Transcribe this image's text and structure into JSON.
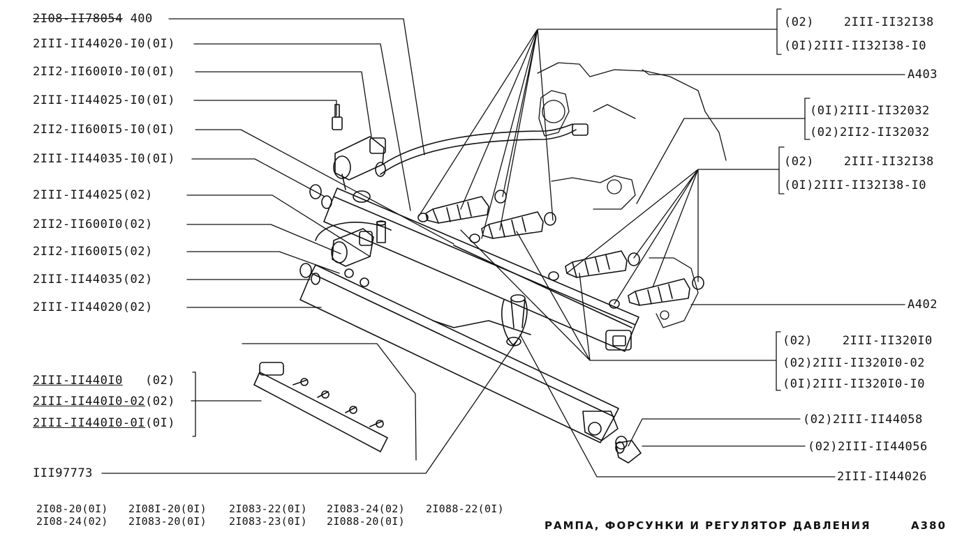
{
  "left_labels": [
    {
      "struck": "2I08-II78054",
      "text": " 400"
    },
    {
      "text": "2III-II44020-I0(0I)"
    },
    {
      "text": "2II2-II600I0-I0(0I)"
    },
    {
      "text": "2III-II44025-I0(0I)"
    },
    {
      "text": "2II2-II600I5-I0(0I)"
    },
    {
      "text": "2III-II44035-I0(0I)"
    },
    {
      "text": "2III-II44025(02)"
    },
    {
      "text": "2II2-II600I0(02)"
    },
    {
      "text": "2II2-II600I5(02)"
    },
    {
      "text": "2III-II44035(02)"
    },
    {
      "text": "2III-II44020(02)"
    }
  ],
  "assembly_group": [
    {
      "part": "2III-II440I0",
      "suffix": "   (02)"
    },
    {
      "part": "2III-II440I0-02",
      "suffix": "(02)"
    },
    {
      "part": "2III-II440I0-0I",
      "suffix": "(0I)"
    }
  ],
  "bottom_left_label": "III97773",
  "right_groups": {
    "group1": [
      "(02)    2III-II32I38",
      "(0I)2III-II32I38-I0"
    ],
    "ref1": "A403",
    "group2": [
      "(0I)2III-II32032",
      "(02)2II2-II32032"
    ],
    "group3": [
      "(02)    2III-II32I38",
      "(0I)2III-II32I38-I0"
    ],
    "ref2": "A402",
    "group4": [
      "(02)    2III-II320I0",
      "(02)2III-II320I0-02",
      "(0I)2III-II320I0-I0"
    ],
    "single1": "(02)2III-II44058",
    "single2": "(02)2III-II44056",
    "single3": "2III-II44026"
  },
  "applicability": [
    [
      "2I08-20(0I)",
      "2I08I-20(0I)",
      "2I083-22(0I)",
      "2I083-24(02)",
      "2I088-22(0I)"
    ],
    [
      "2I08-24(02)",
      "2I083-20(0I)",
      "2I083-23(0I)",
      "2I088-20(0I)"
    ]
  ],
  "footer": {
    "title": "РАМПА, ФОРСУНКИ И РЕГУЛЯТОР ДАВЛЕНИЯ",
    "page_ref": "A380"
  }
}
